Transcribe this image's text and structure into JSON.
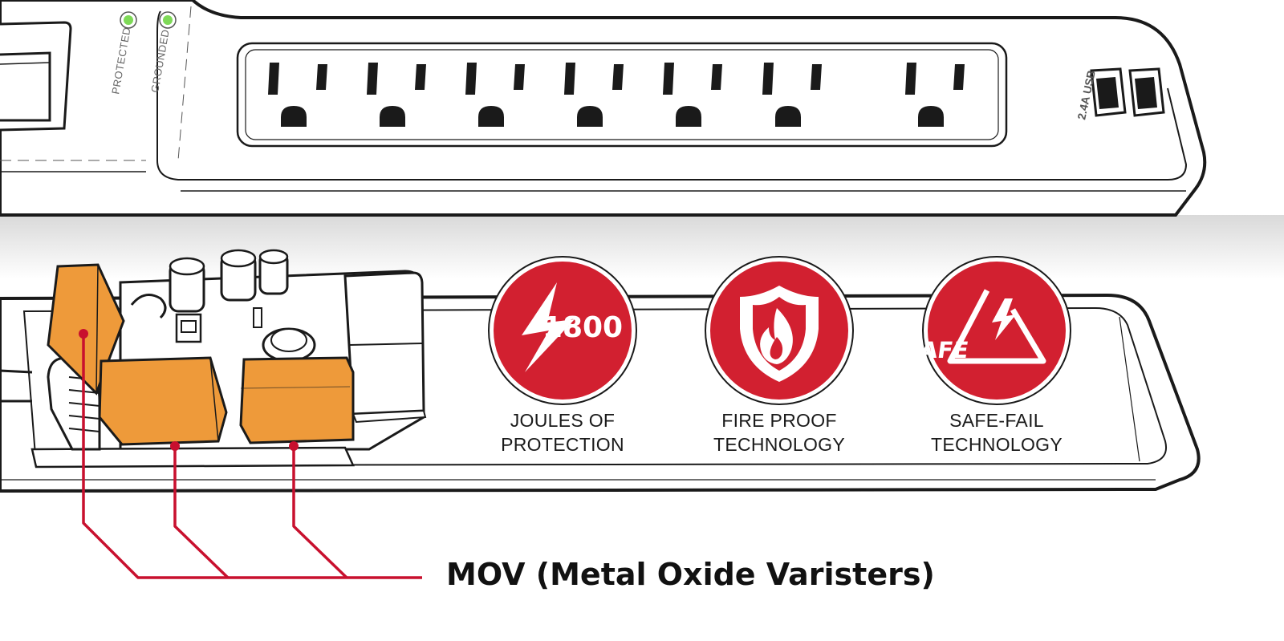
{
  "top_strip": {
    "indicators": [
      {
        "label": "PROTECTED",
        "color": "#7ed957"
      },
      {
        "label": "GROUNDED",
        "color": "#7ed957"
      }
    ],
    "usb_label": "2.4A USB",
    "outlet_count": 7,
    "usb_port_count": 2
  },
  "features": [
    {
      "icon": "lightning-1800-icon",
      "icon_text": "1800",
      "line1": "JOULES OF",
      "line2": "PROTECTION"
    },
    {
      "icon": "fire-shield-icon",
      "icon_text": "",
      "line1": "FIRE PROOF",
      "line2": "TECHNOLOGY"
    },
    {
      "icon": "safe-warning-icon",
      "icon_text": "SAFE",
      "line1": "SAFE-FAIL",
      "line2": "TECHNOLOGY"
    }
  ],
  "callout": {
    "label": "MOV (Metal Oxide Varisters)"
  },
  "colors": {
    "badge_red": "#d22030",
    "mov_orange": "#ee9a3a",
    "callout_line": "#c8102e",
    "outline": "#1a1a1a",
    "led_green": "#7ed957"
  }
}
